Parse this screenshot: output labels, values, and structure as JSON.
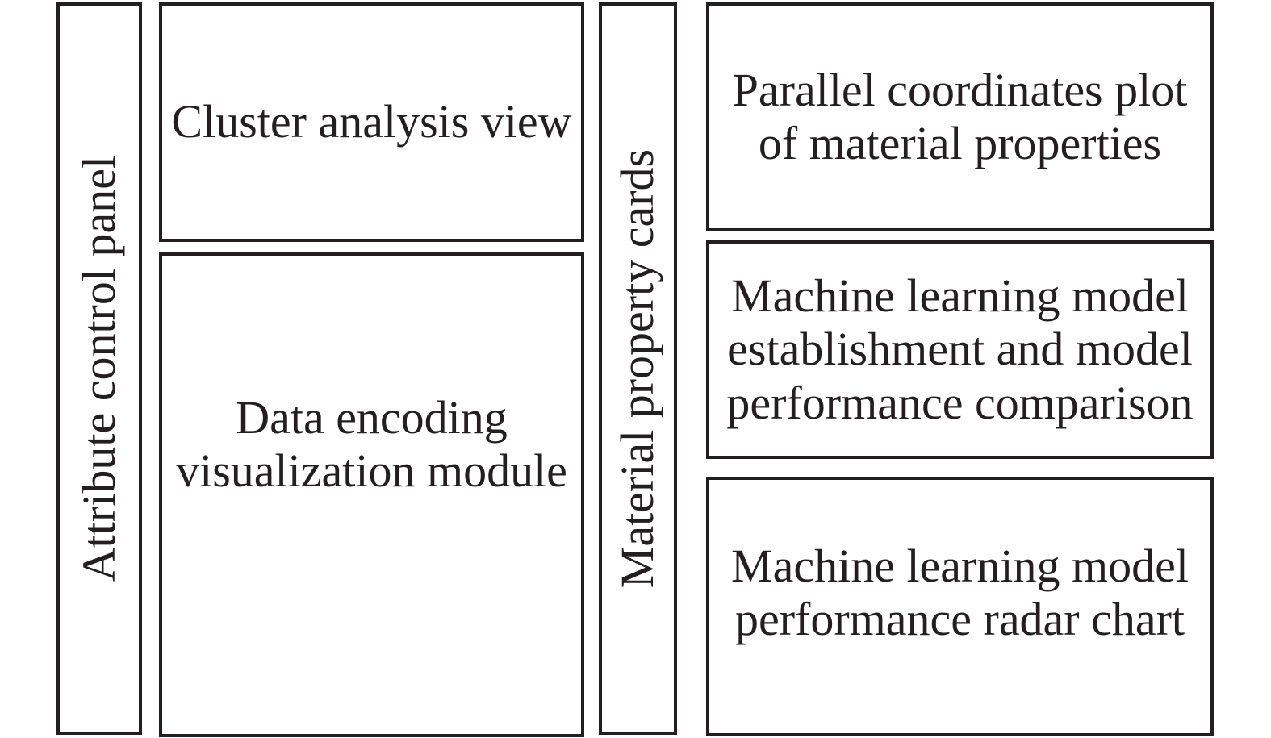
{
  "colors": {
    "background": "#ffffff",
    "line": "#231f20",
    "text": "#231f20"
  },
  "panels": {
    "attribute": {
      "label": "Attribute control panel"
    },
    "cluster": {
      "label": "Cluster analysis view"
    },
    "data_encoding": {
      "lines": [
        "Data encoding",
        "visualization module"
      ]
    },
    "material": {
      "label": "Material property cards"
    },
    "parallel": {
      "lines": [
        "Parallel coordinates plot",
        "of material properties"
      ]
    },
    "ml_model": {
      "lines": [
        "Machine learning model",
        "establishment and model",
        "performance comparison"
      ]
    },
    "radar": {
      "lines": [
        "Machine learning model",
        "performance radar chart"
      ]
    }
  }
}
